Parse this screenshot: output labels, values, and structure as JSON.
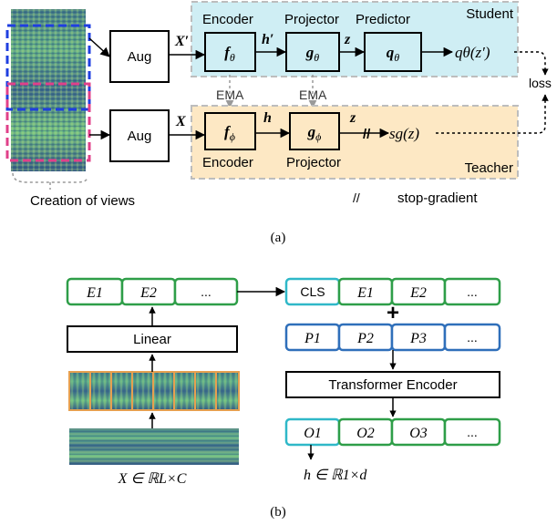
{
  "panel_a": {
    "aug_label": "Aug",
    "input_student": "X′",
    "input_teacher": "X",
    "student": {
      "encoder_label": "Encoder",
      "projector_label": "Projector",
      "predictor_label": "Predictor",
      "group_label": "Student",
      "f": "f",
      "f_sub": "θ",
      "g": "g",
      "g_sub": "θ",
      "q": "q",
      "q_sub": "θ",
      "h_var": "h′",
      "z_var": "z",
      "output": "qθ(z′)"
    },
    "ema_label": "EMA",
    "loss_label": "loss",
    "teacher": {
      "encoder_label": "Encoder",
      "projector_label": "Projector",
      "group_label": "Teacher",
      "f": "f",
      "f_sub": "ϕ",
      "g": "g",
      "g_sub": "ϕ",
      "h_var": "h",
      "z_var": "z",
      "stopgrad_mark": "//",
      "output": "sg(z)"
    },
    "views_label": "Creation of views",
    "legend_mark": "//",
    "legend_text": "stop-gradient",
    "caption": "(a)"
  },
  "panel_b": {
    "patch_embeds": [
      "E1",
      "E2",
      "..."
    ],
    "linear_label": "Linear",
    "input_formula": "X ∈ ℝL×C",
    "tokens": [
      "CLS",
      "E1",
      "E2",
      "..."
    ],
    "plus": "+",
    "positions": [
      "P1",
      "P2",
      "P3",
      "..."
    ],
    "transformer_label": "Transformer Encoder",
    "outputs": [
      "O1",
      "O2",
      "O3",
      "..."
    ],
    "output_formula": "h ∈ ℝ1×d",
    "caption": "(b)"
  },
  "colors": {
    "student_bg": "#cfeef4",
    "teacher_bg": "#fde8c4",
    "green_border": "#2e9e48",
    "blue_border": "#2f6fba",
    "cyan_border": "#2fb8c8",
    "view_blue": "#1f3fe0",
    "view_pink": "#e0408a",
    "patch_border": "#e6a050"
  }
}
